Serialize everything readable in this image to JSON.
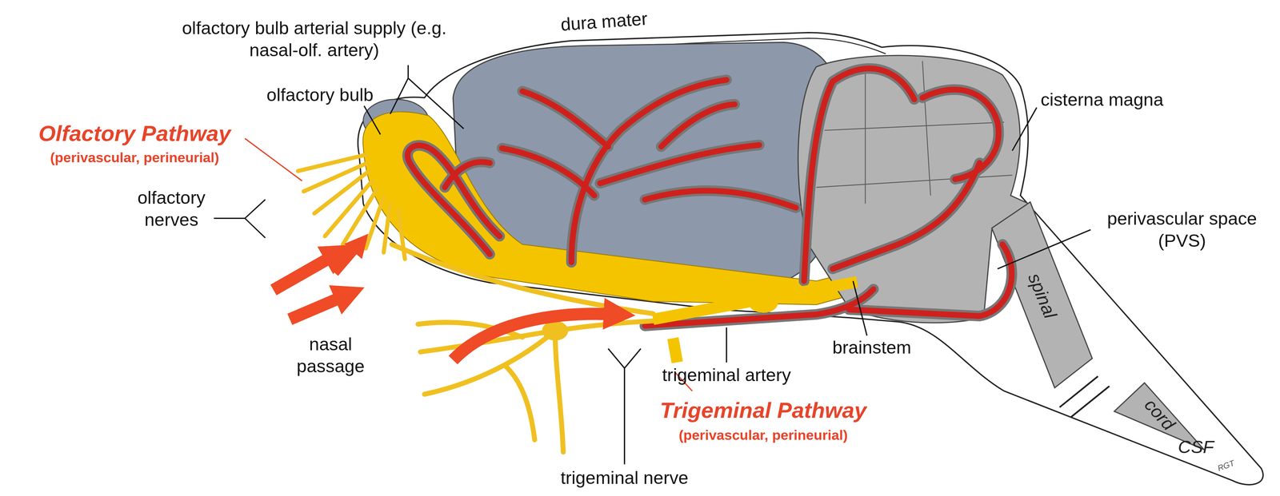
{
  "diagram": {
    "labels": [
      "olfactory bulb arterial supply (e.g. nasal-olf. artery)",
      "dura mater",
      "olfactory bulb",
      "Olfactory Pathway",
      "(perivascular, perineurial)",
      "olfactory nerves",
      "nasal passage",
      "trigeminal artery",
      "Trigeminal Pathway",
      "(perivascular, perineurial)",
      "trigeminal nerve",
      "brainstem",
      "cisterna magna",
      "perivascular space (PVS)",
      "spinal",
      "cord",
      "CSF",
      "RGT"
    ]
  }
}
